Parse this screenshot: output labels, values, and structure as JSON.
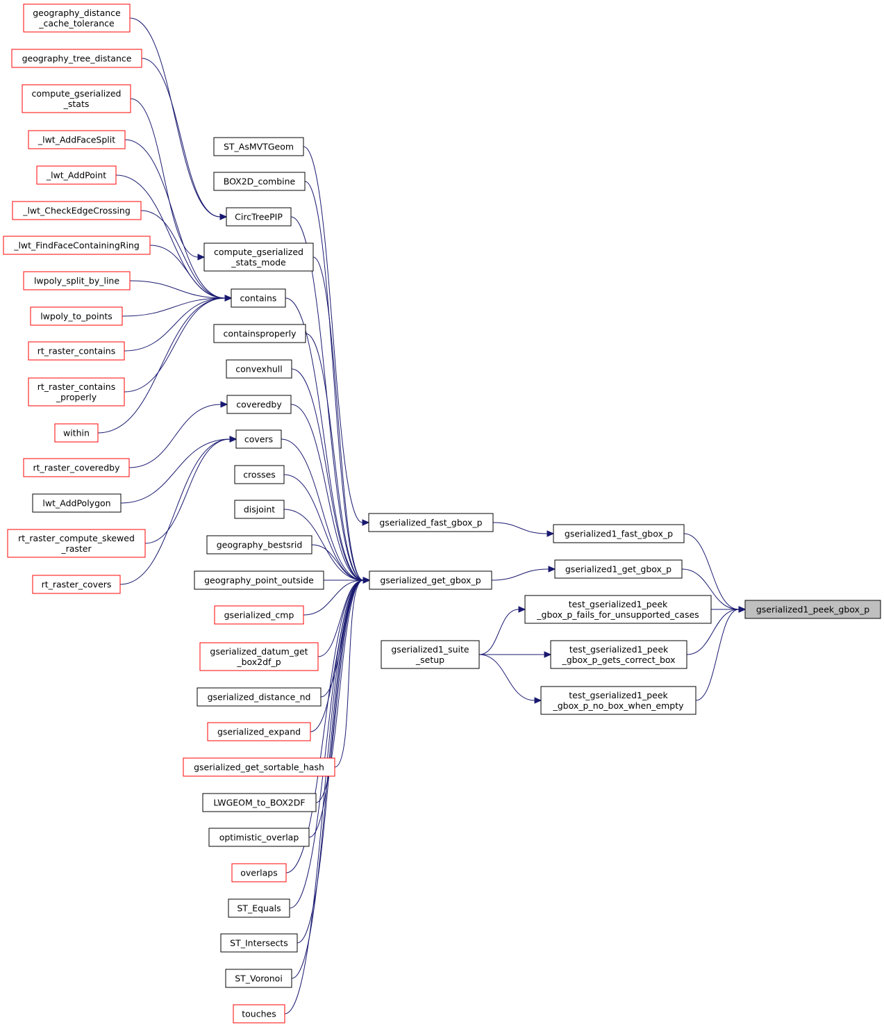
{
  "graph": {
    "title": "",
    "colors": {
      "edge": "#191970",
      "truncated_border": "#ff0000",
      "normal_border": "#000000",
      "root_fill": "#bfbfbf"
    },
    "nodes": [
      {
        "id": "root",
        "lines": [
          "gserialized1_peek_gbox_p"
        ],
        "style": "root"
      },
      {
        "id": "g1fast",
        "lines": [
          "gserialized1_fast_gbox_p"
        ],
        "style": "normal"
      },
      {
        "id": "g1get",
        "lines": [
          "gserialized1_get_gbox_p"
        ],
        "style": "normal"
      },
      {
        "id": "tfail",
        "lines": [
          "test_gserialized1_peek",
          "_gbox_p_fails_for_unsupported_cases"
        ],
        "style": "normal"
      },
      {
        "id": "tcorrect",
        "lines": [
          "test_gserialized1_peek",
          "_gbox_p_gets_correct_box"
        ],
        "style": "normal"
      },
      {
        "id": "tnobox",
        "lines": [
          "test_gserialized1_peek",
          "_gbox_p_no_box_when_empty"
        ],
        "style": "normal"
      },
      {
        "id": "suite",
        "lines": [
          "gserialized1_suite",
          "_setup"
        ],
        "style": "normal"
      },
      {
        "id": "gfast",
        "lines": [
          "gserialized_fast_gbox_p"
        ],
        "style": "normal"
      },
      {
        "id": "gget",
        "lines": [
          "gserialized_get_gbox_p"
        ],
        "style": "normal"
      },
      {
        "id": "asmvt",
        "lines": [
          "ST_AsMVTGeom"
        ],
        "style": "normal"
      },
      {
        "id": "box2dcomb",
        "lines": [
          "BOX2D_combine"
        ],
        "style": "normal"
      },
      {
        "id": "circtree",
        "lines": [
          "CircTreePIP"
        ],
        "style": "normal"
      },
      {
        "id": "compmode",
        "lines": [
          "compute_gserialized",
          "_stats_mode"
        ],
        "style": "normal"
      },
      {
        "id": "contains",
        "lines": [
          "contains"
        ],
        "style": "normal"
      },
      {
        "id": "containsprop",
        "lines": [
          "containsproperly"
        ],
        "style": "normal"
      },
      {
        "id": "convexhull",
        "lines": [
          "convexhull"
        ],
        "style": "normal"
      },
      {
        "id": "coveredby",
        "lines": [
          "coveredby"
        ],
        "style": "normal"
      },
      {
        "id": "covers",
        "lines": [
          "covers"
        ],
        "style": "normal"
      },
      {
        "id": "crosses",
        "lines": [
          "crosses"
        ],
        "style": "normal"
      },
      {
        "id": "disjoint",
        "lines": [
          "disjoint"
        ],
        "style": "normal"
      },
      {
        "id": "geobestsrid",
        "lines": [
          "geography_bestsrid"
        ],
        "style": "normal"
      },
      {
        "id": "geopointout",
        "lines": [
          "geography_point_outside"
        ],
        "style": "normal"
      },
      {
        "id": "gcmp",
        "lines": [
          "gserialized_cmp"
        ],
        "style": "truncated"
      },
      {
        "id": "gdatum",
        "lines": [
          "gserialized_datum_get",
          "_box2df_p"
        ],
        "style": "truncated"
      },
      {
        "id": "gdistnd",
        "lines": [
          "gserialized_distance_nd"
        ],
        "style": "normal"
      },
      {
        "id": "gexpand",
        "lines": [
          "gserialized_expand"
        ],
        "style": "truncated"
      },
      {
        "id": "gsorthash",
        "lines": [
          "gserialized_get_sortable_hash"
        ],
        "style": "truncated"
      },
      {
        "id": "lwgeombox2df",
        "lines": [
          "LWGEOM_to_BOX2DF"
        ],
        "style": "normal"
      },
      {
        "id": "optoverlap",
        "lines": [
          "optimistic_overlap"
        ],
        "style": "normal"
      },
      {
        "id": "overlaps",
        "lines": [
          "overlaps"
        ],
        "style": "truncated"
      },
      {
        "id": "stequals",
        "lines": [
          "ST_Equals"
        ],
        "style": "normal"
      },
      {
        "id": "stintersects",
        "lines": [
          "ST_Intersects"
        ],
        "style": "normal"
      },
      {
        "id": "stvoronoi",
        "lines": [
          "ST_Voronoi"
        ],
        "style": "normal"
      },
      {
        "id": "touches",
        "lines": [
          "touches"
        ],
        "style": "truncated"
      },
      {
        "id": "geodistcache",
        "lines": [
          "geography_distance",
          "_cache_tolerance"
        ],
        "style": "truncated"
      },
      {
        "id": "geotreedist",
        "lines": [
          "geography_tree_distance"
        ],
        "style": "truncated"
      },
      {
        "id": "compstats",
        "lines": [
          "compute_gserialized",
          "_stats"
        ],
        "style": "truncated"
      },
      {
        "id": "lwtfacesplit",
        "lines": [
          "_lwt_AddFaceSplit"
        ],
        "style": "truncated"
      },
      {
        "id": "lwtaddpoint",
        "lines": [
          "_lwt_AddPoint"
        ],
        "style": "truncated"
      },
      {
        "id": "lwtcheckedge",
        "lines": [
          "_lwt_CheckEdgeCrossing"
        ],
        "style": "truncated"
      },
      {
        "id": "lwtfindface",
        "lines": [
          "_lwt_FindFaceContainingRing"
        ],
        "style": "truncated"
      },
      {
        "id": "lwpolysplit",
        "lines": [
          "lwpoly_split_by_line"
        ],
        "style": "truncated"
      },
      {
        "id": "lwpolypoints",
        "lines": [
          "lwpoly_to_points"
        ],
        "style": "truncated"
      },
      {
        "id": "rtcontains",
        "lines": [
          "rt_raster_contains"
        ],
        "style": "truncated"
      },
      {
        "id": "rtcontainsprop",
        "lines": [
          "rt_raster_contains",
          "_properly"
        ],
        "style": "truncated"
      },
      {
        "id": "within",
        "lines": [
          "within"
        ],
        "style": "truncated"
      },
      {
        "id": "rtcoveredby",
        "lines": [
          "rt_raster_coveredby"
        ],
        "style": "truncated"
      },
      {
        "id": "lwtaddpoly",
        "lines": [
          "lwt_AddPolygon"
        ],
        "style": "normal"
      },
      {
        "id": "rtskewed",
        "lines": [
          "rt_raster_compute_skewed",
          "_raster"
        ],
        "style": "truncated"
      },
      {
        "id": "rtcovers",
        "lines": [
          "rt_raster_covers"
        ],
        "style": "truncated"
      }
    ],
    "edges": [
      [
        "g1fast",
        "root"
      ],
      [
        "g1get",
        "root"
      ],
      [
        "tfail",
        "root"
      ],
      [
        "tcorrect",
        "root"
      ],
      [
        "tnobox",
        "root"
      ],
      [
        "gfast",
        "g1fast"
      ],
      [
        "gget",
        "g1get"
      ],
      [
        "suite",
        "tfail"
      ],
      [
        "suite",
        "tcorrect"
      ],
      [
        "suite",
        "tnobox"
      ],
      [
        "asmvt",
        "gfast"
      ],
      [
        "box2dcomb",
        "gget"
      ],
      [
        "circtree",
        "gget"
      ],
      [
        "compmode",
        "gget"
      ],
      [
        "contains",
        "gget"
      ],
      [
        "containsprop",
        "gget"
      ],
      [
        "convexhull",
        "gget"
      ],
      [
        "coveredby",
        "gget"
      ],
      [
        "covers",
        "gget"
      ],
      [
        "crosses",
        "gget"
      ],
      [
        "disjoint",
        "gget"
      ],
      [
        "geobestsrid",
        "gget"
      ],
      [
        "geopointout",
        "gget"
      ],
      [
        "gcmp",
        "gget"
      ],
      [
        "gdatum",
        "gget"
      ],
      [
        "gdistnd",
        "gget"
      ],
      [
        "gexpand",
        "gget"
      ],
      [
        "gsorthash",
        "gget"
      ],
      [
        "lwgeombox2df",
        "gget"
      ],
      [
        "optoverlap",
        "gget"
      ],
      [
        "overlaps",
        "gget"
      ],
      [
        "stequals",
        "gget"
      ],
      [
        "stintersects",
        "gget"
      ],
      [
        "stvoronoi",
        "gget"
      ],
      [
        "touches",
        "gget"
      ],
      [
        "geodistcache",
        "circtree"
      ],
      [
        "geotreedist",
        "circtree"
      ],
      [
        "compstats",
        "compmode"
      ],
      [
        "lwtfacesplit",
        "contains"
      ],
      [
        "lwtaddpoint",
        "contains"
      ],
      [
        "lwtcheckedge",
        "contains"
      ],
      [
        "lwtfindface",
        "contains"
      ],
      [
        "lwpolysplit",
        "contains"
      ],
      [
        "lwpolypoints",
        "contains"
      ],
      [
        "rtcontains",
        "contains"
      ],
      [
        "rtcontainsprop",
        "contains"
      ],
      [
        "within",
        "contains"
      ],
      [
        "rtcoveredby",
        "coveredby"
      ],
      [
        "lwtaddpoly",
        "covers"
      ],
      [
        "rtskewed",
        "covers"
      ],
      [
        "rtcovers",
        "covers"
      ]
    ]
  }
}
